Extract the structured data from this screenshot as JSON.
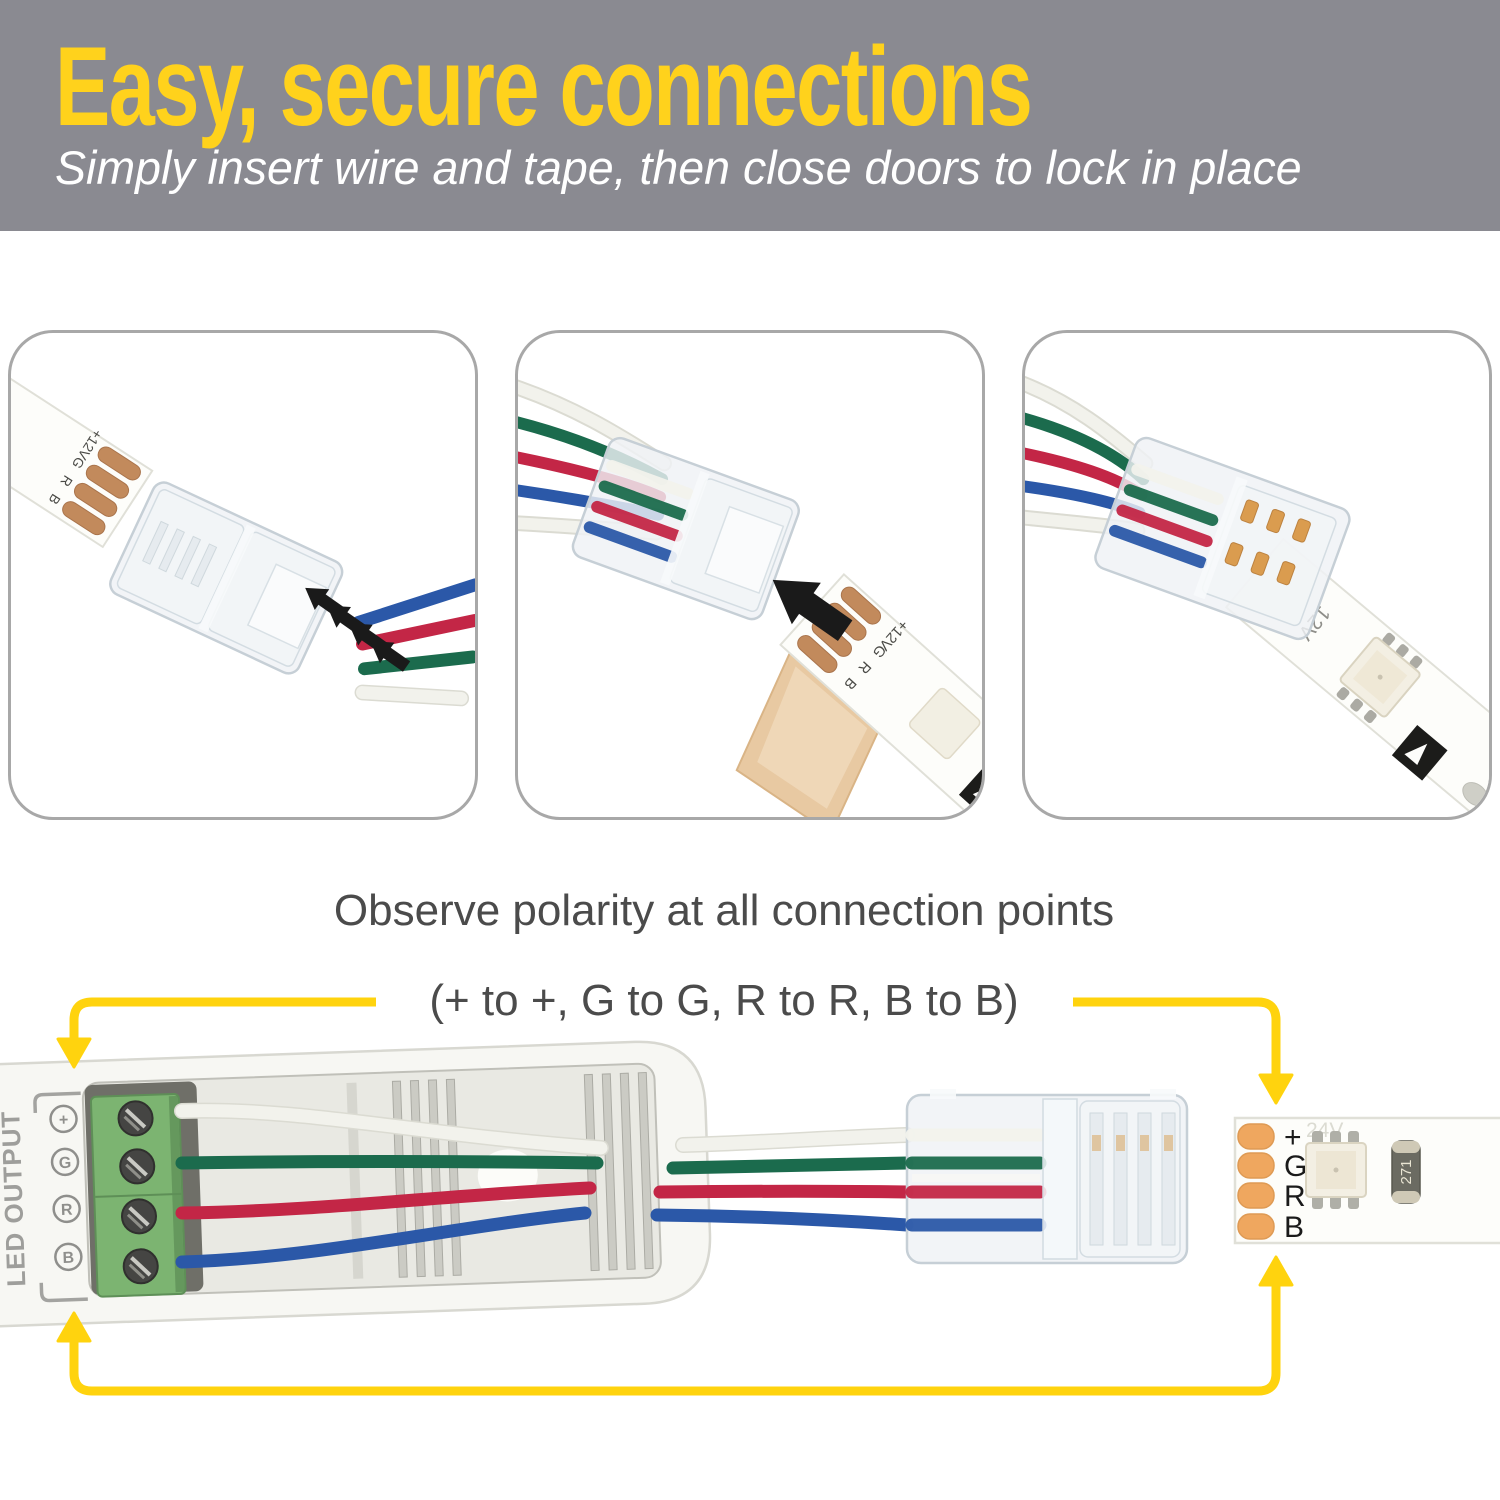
{
  "colors": {
    "header_gray": "#8A8A91",
    "title_yellow": "#FFD21C",
    "accent_yellow": "#FFD30E",
    "text_gray": "#4B4B4B",
    "wire_white": "#F2F2EC",
    "wire_green": "#1B6B4D",
    "wire_red": "#C32646",
    "wire_blue": "#2B58A8",
    "copper_pad": "#C28A5C",
    "orange_pad": "#EFA75F",
    "terminal_green": "#7CB471",
    "connector_tint": "#EFF2F5",
    "label_gray": "#9E9E9B",
    "black_ink": "#1A1A1A"
  },
  "header": {
    "title": "Easy, secure connections",
    "subtitle": "Simply insert wire and tape, then close doors to lock in place"
  },
  "polarity": {
    "line1": "Observe polarity at all connection points",
    "line2": "(+ to +, G to G, R to R, B to B)"
  },
  "steps": {
    "step1": {
      "strip_pad_labels": [
        "+12V",
        "G",
        "R",
        "B"
      ]
    },
    "step2": {
      "strip_pad_labels": [
        "+12V",
        "G",
        "R",
        "B"
      ]
    },
    "step3": {
      "strip_marking": "12V"
    }
  },
  "controller": {
    "output_label": "LED OUTPUT",
    "terminal_labels": [
      "+",
      "G",
      "R",
      "B"
    ]
  },
  "led_strip": {
    "pad_labels": [
      "+",
      "G",
      "R",
      "B"
    ],
    "voltage_marking": "24V",
    "resistor_marking": "271"
  },
  "icons": {
    "insert_arrow": "black-insert-arrow",
    "polarity_arrow": "yellow-polarity-arrow"
  }
}
